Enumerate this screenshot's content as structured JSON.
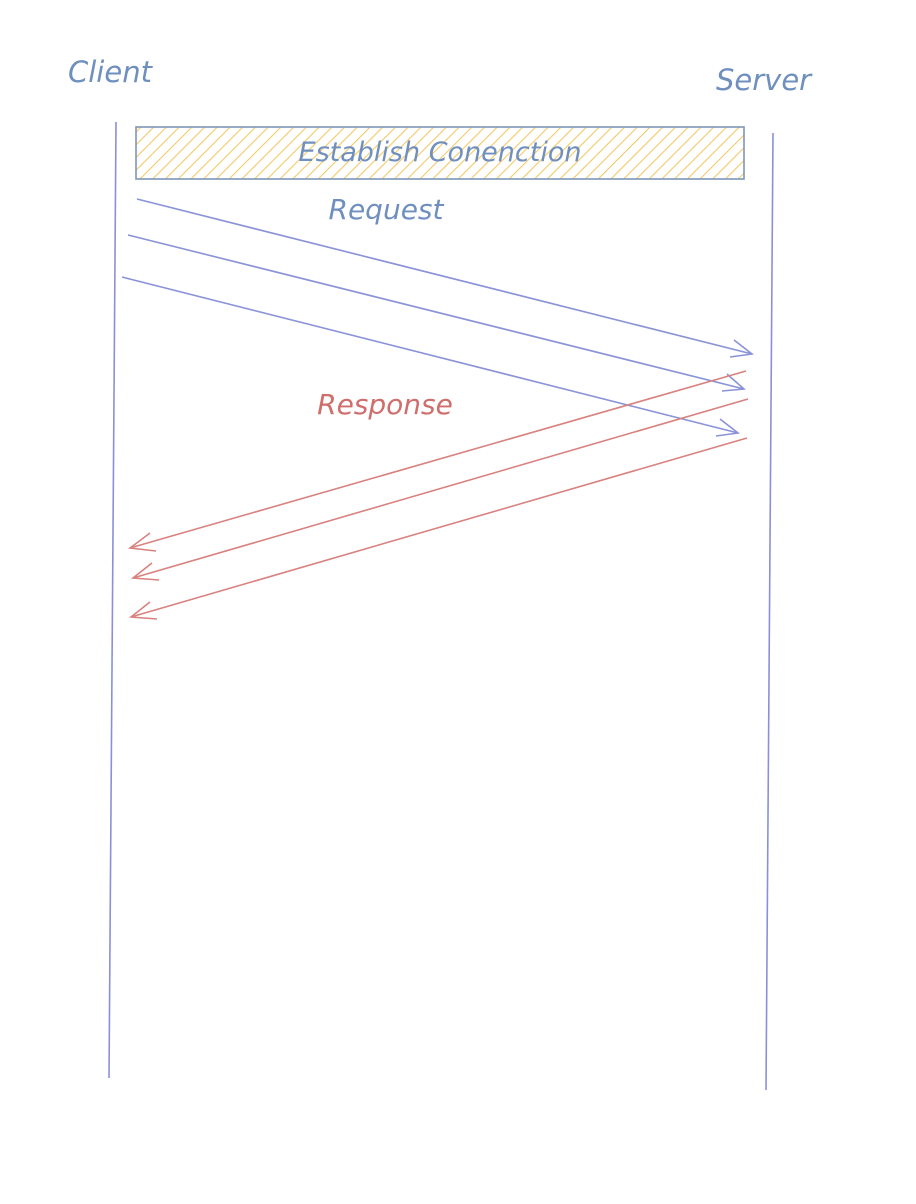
{
  "diagram": {
    "participants": {
      "client": {
        "label": "Client"
      },
      "server": {
        "label": "Server"
      }
    },
    "connection_box": {
      "label": "Establish Conenction"
    },
    "request": {
      "label": "Request",
      "message_count": 3
    },
    "response": {
      "label": "Response",
      "message_count": 3
    }
  },
  "colors": {
    "label_blue": "#6f8fbf",
    "lifeline": "#8a8fdc",
    "request_arrow": "#8a93d8",
    "response_arrow": "#d9827f",
    "response_label": "#cf6e6b",
    "box_stroke": "#7f96b8",
    "box_hatch": "#f3c96a"
  }
}
